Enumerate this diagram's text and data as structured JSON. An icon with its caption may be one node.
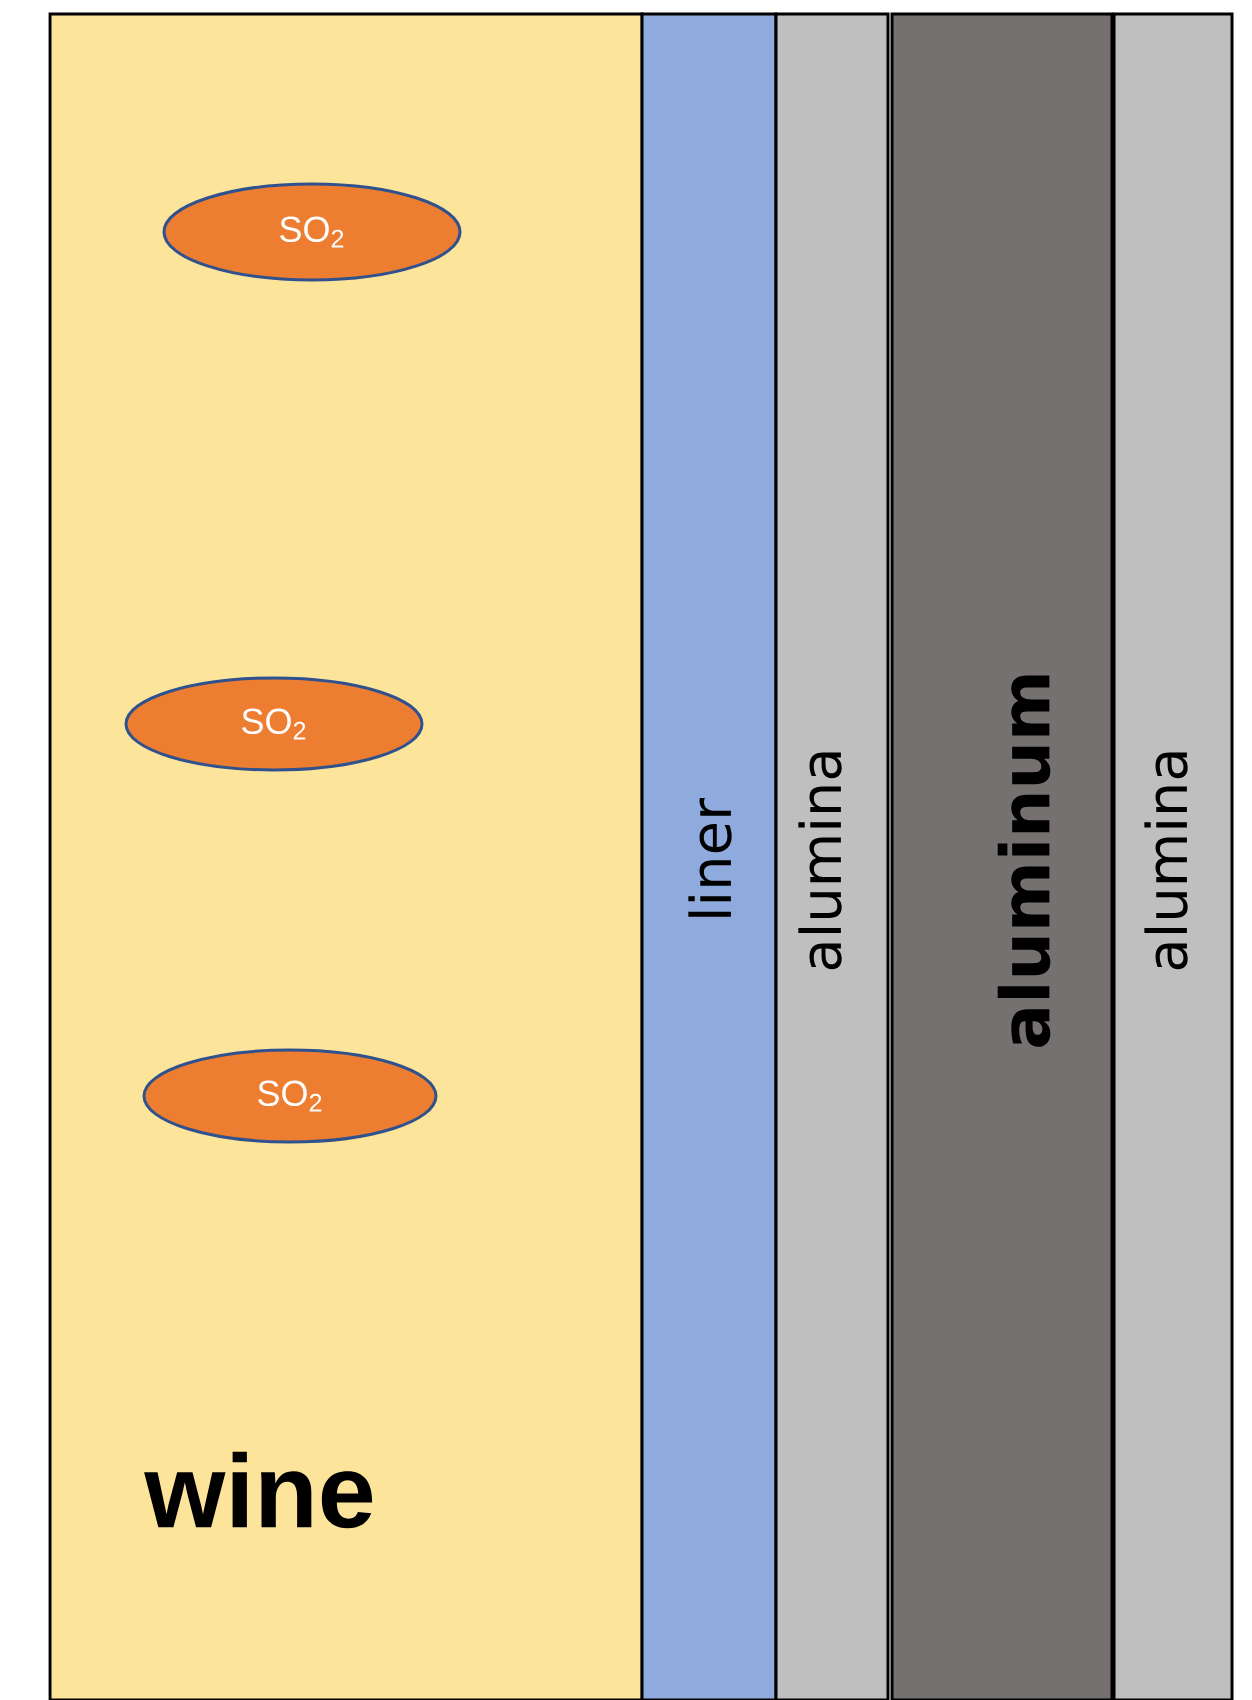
{
  "diagram": {
    "nodes": [
      {
        "text": [
          "wine"
        ]
      },
      {
        "text": [
          "SO$_{2}$"
        ],
        "in": 0
      },
      {
        "text": [
          "SO$_{2}$"
        ],
        "in": 0
      },
      {
        "text": [
          "SO$_{2}$"
        ],
        "in": 0
      },
      {
        "text": [
          "liner"
        ]
      },
      {
        "text": [
          "alumina"
        ]
      },
      {
        "text": [
          "aluminum"
        ]
      },
      {
        "text": [
          "alumina"
        ]
      }
    ]
  }
}
